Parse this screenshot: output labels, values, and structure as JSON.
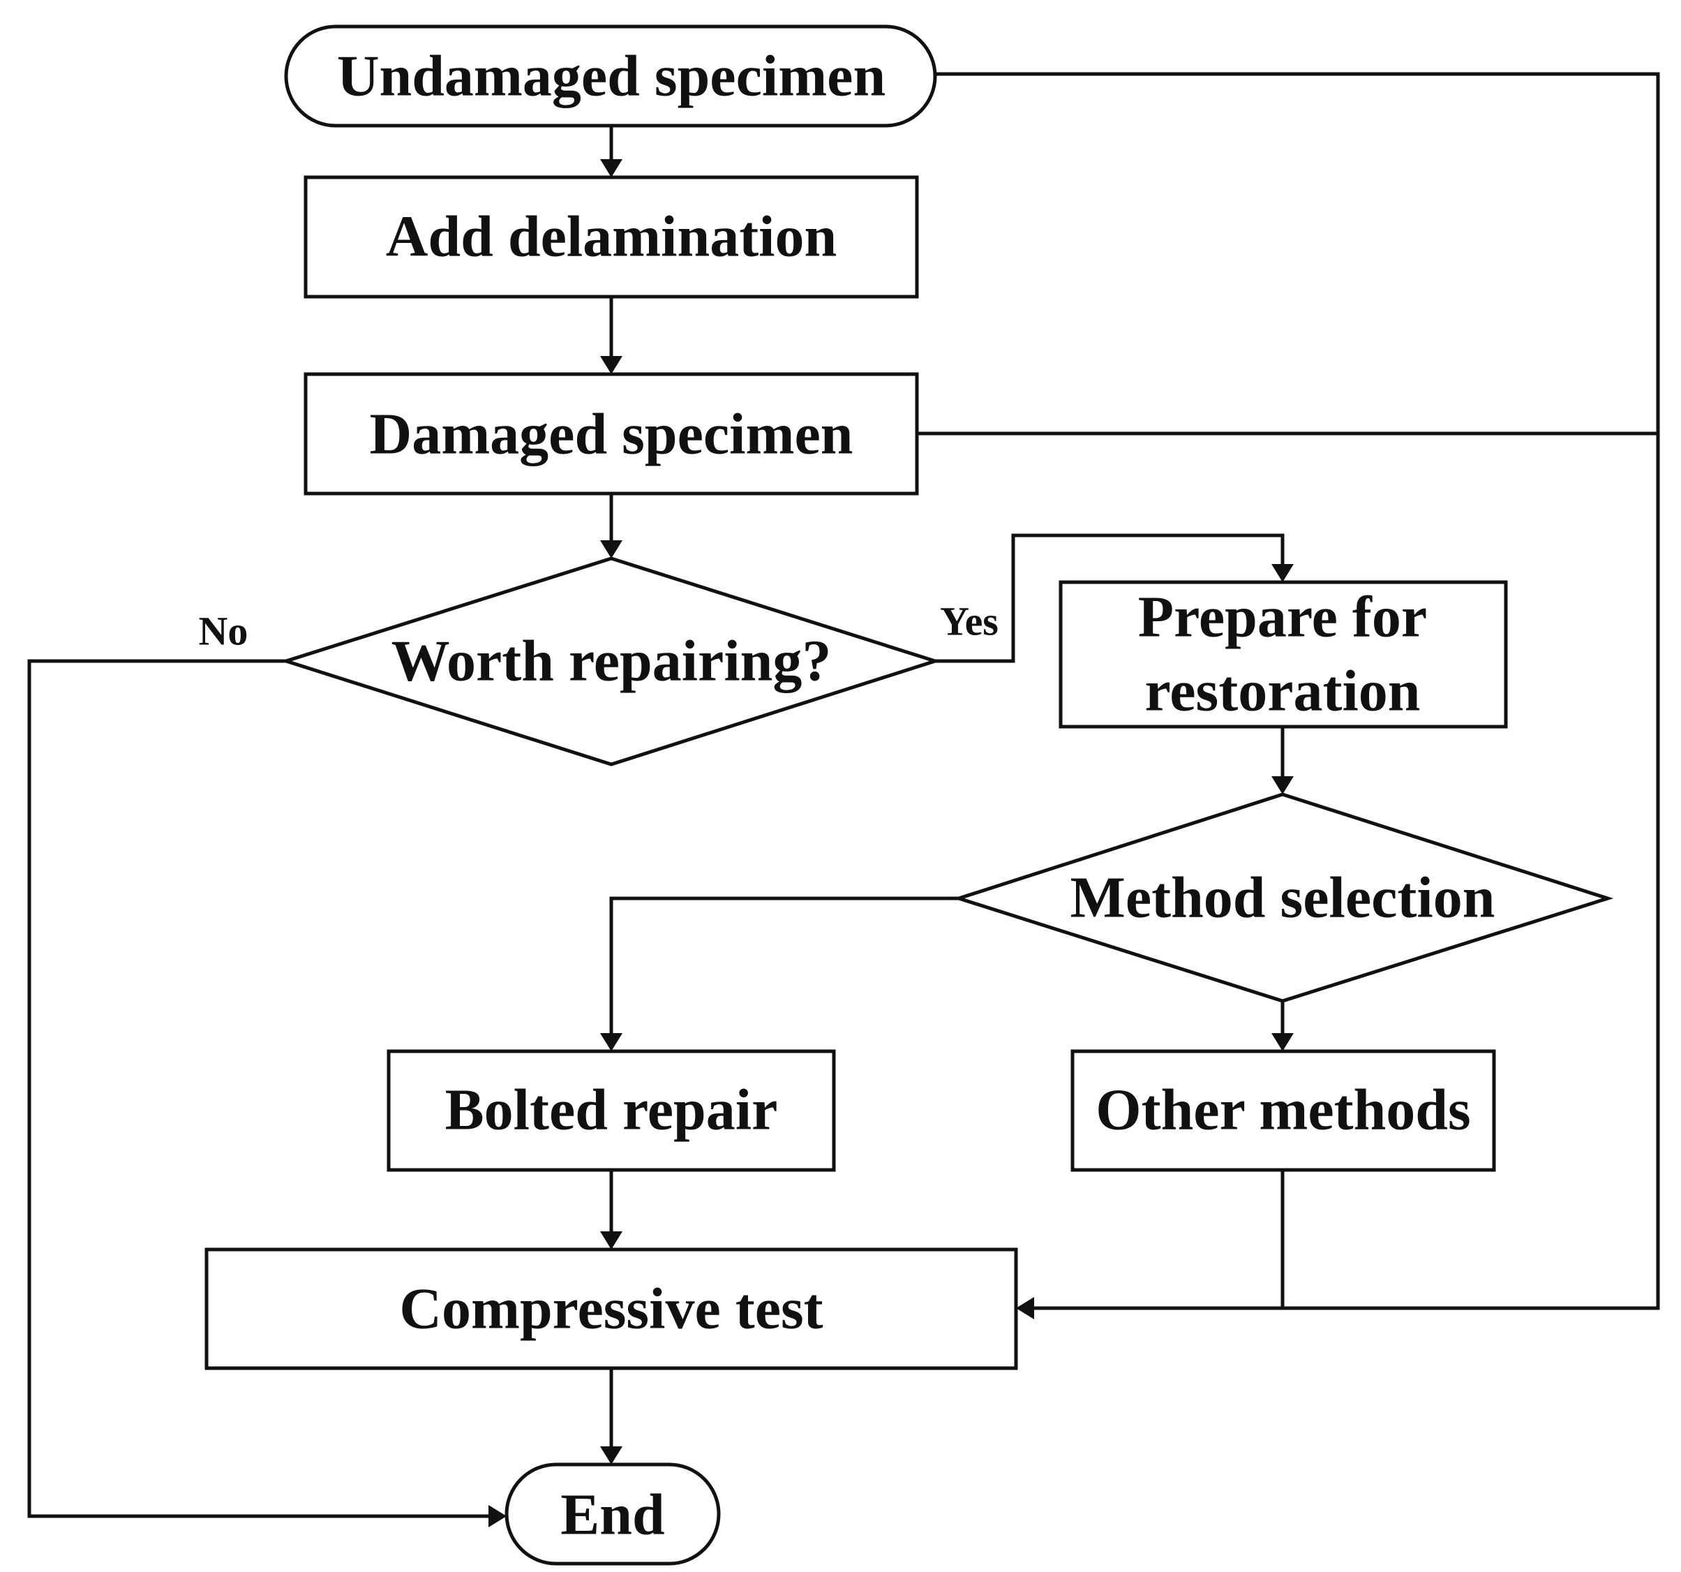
{
  "nodes": {
    "undamaged": "Undamaged specimen",
    "add_delamination": "Add delamination",
    "damaged": "Damaged specimen",
    "worth_repairing": "Worth repairing?",
    "prepare_line1": "Prepare for",
    "prepare_line2": "restoration",
    "method_selection": "Method selection",
    "bolted_repair": "Bolted repair",
    "other_methods": "Other methods",
    "compressive_test": "Compressive test",
    "end": "End"
  },
  "edge_labels": {
    "no": "No",
    "yes": "Yes"
  }
}
